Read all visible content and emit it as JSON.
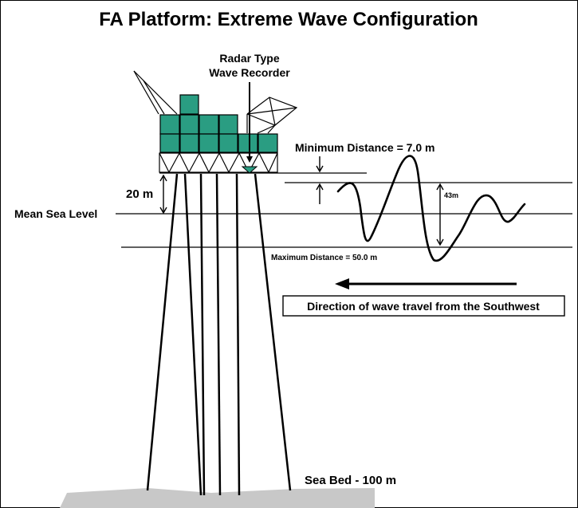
{
  "title": "FA Platform: Extreme Wave Configuration",
  "labels": {
    "radar_line1": "Radar Type",
    "radar_line2": "Wave Recorder",
    "min_distance": "Minimum Distance = 7.0 m",
    "height_20m": "20 m",
    "mean_sea_level": "Mean Sea Level",
    "wave_height": "43m",
    "max_distance": "Maximum Distance = 50.0 m",
    "direction": "Direction of wave travel from the Southwest",
    "sea_bed": "Sea Bed - 100 m"
  },
  "colors": {
    "module_fill": "#2a9d82",
    "seabed_fill": "#c8c8c8",
    "radar_fill": "#2a9d82",
    "line": "#000000"
  }
}
